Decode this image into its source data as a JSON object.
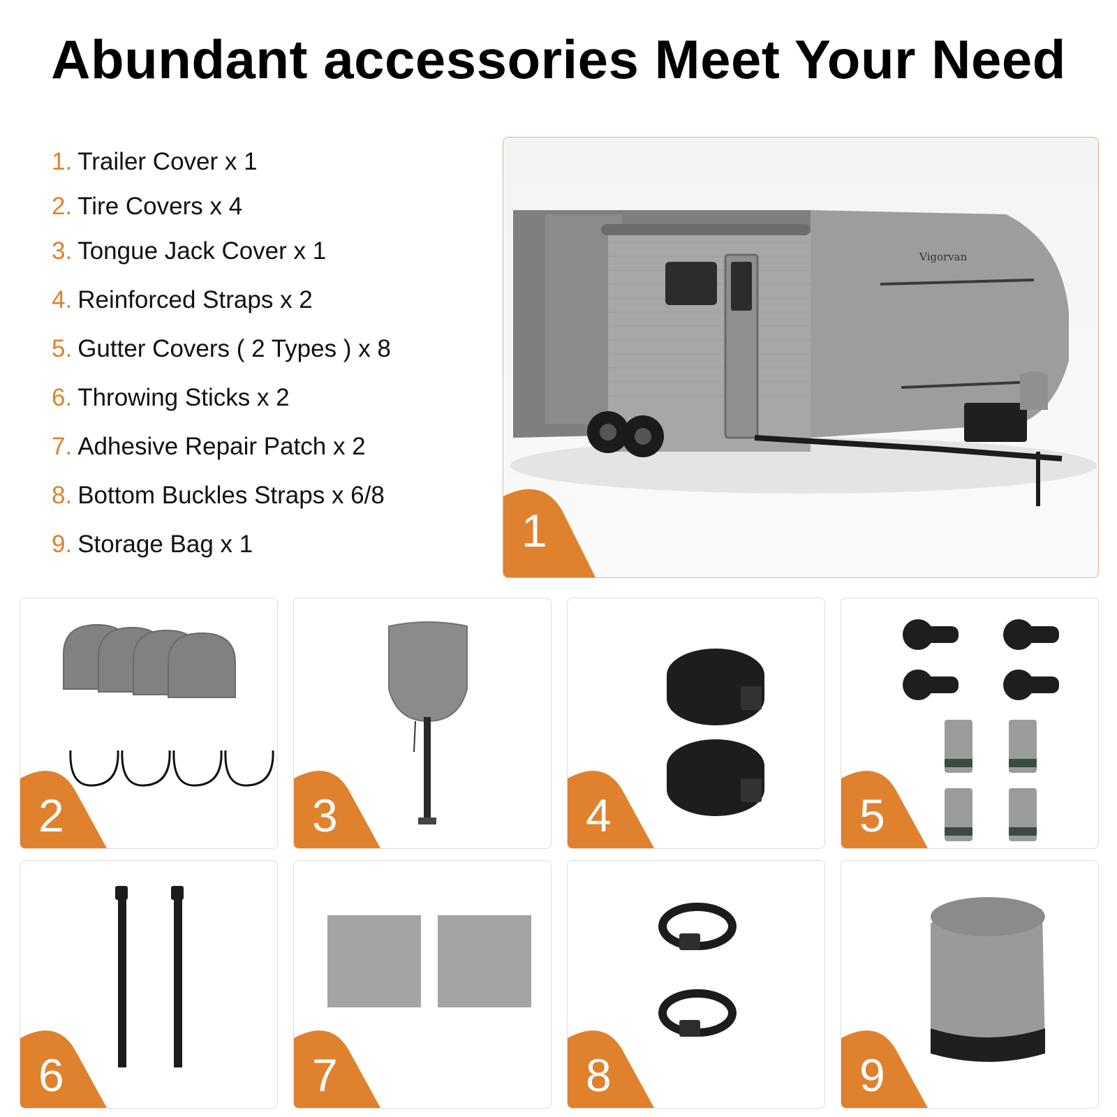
{
  "title": "Abundant accessories Meet Your Need",
  "colors": {
    "accent": "#e0812d",
    "cover_gray": "#8c8c8c",
    "strap_black": "#1a1a1a"
  },
  "items": [
    {
      "num": "1.",
      "label": "Trailer Cover  x 1"
    },
    {
      "num": "2.",
      "label": "Tire Covers x 4"
    },
    {
      "num": "3.",
      "label": "Tongue Jack Cover x 1"
    },
    {
      "num": "4.",
      "label": "Reinforced Straps x 2"
    },
    {
      "num": "5.",
      "label": "Gutter Covers ( 2 Types ) x 8"
    },
    {
      "num": "6.",
      "label": "Throwing Sticks x 2"
    },
    {
      "num": "7.",
      "label": "Adhesive Repair Patch x 2"
    },
    {
      "num": "8.",
      "label": "Bottom Buckles Straps x 6/8"
    },
    {
      "num": "9.",
      "label": "Storage Bag x 1"
    }
  ],
  "badges": [
    "1",
    "2",
    "3",
    "4",
    "5",
    "6",
    "7",
    "8",
    "9"
  ],
  "brand": "Vigorvan"
}
